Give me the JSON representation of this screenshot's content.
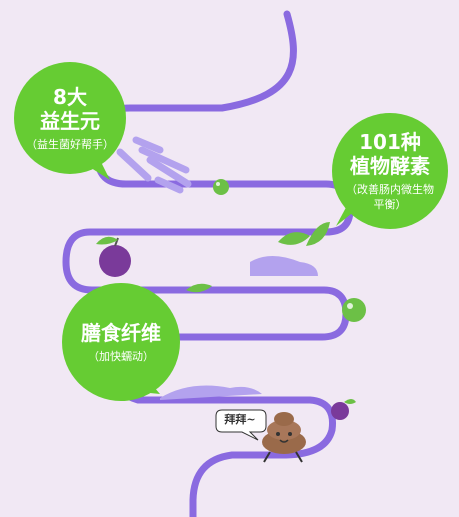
{
  "bubbles": [
    {
      "title": "8大",
      "title2": "益生元",
      "subtitle": "（益生菌好帮手）"
    },
    {
      "title": "101种",
      "title2": "植物酵素",
      "subtitle": "（改善肠内微生物",
      "subtitle2": "平衡）"
    },
    {
      "title": "膳食纤维",
      "subtitle": "（加快蠕动）"
    }
  ],
  "speech": "拜拜~",
  "colors": {
    "background": "#f1e8f4",
    "intestine": "#8a6ae0",
    "bubble": "#66cc33",
    "fiber": "#b3a2ee",
    "plum": "#7a3a9a",
    "leaf": "#6cc046",
    "poop": "#9a6a4a"
  }
}
